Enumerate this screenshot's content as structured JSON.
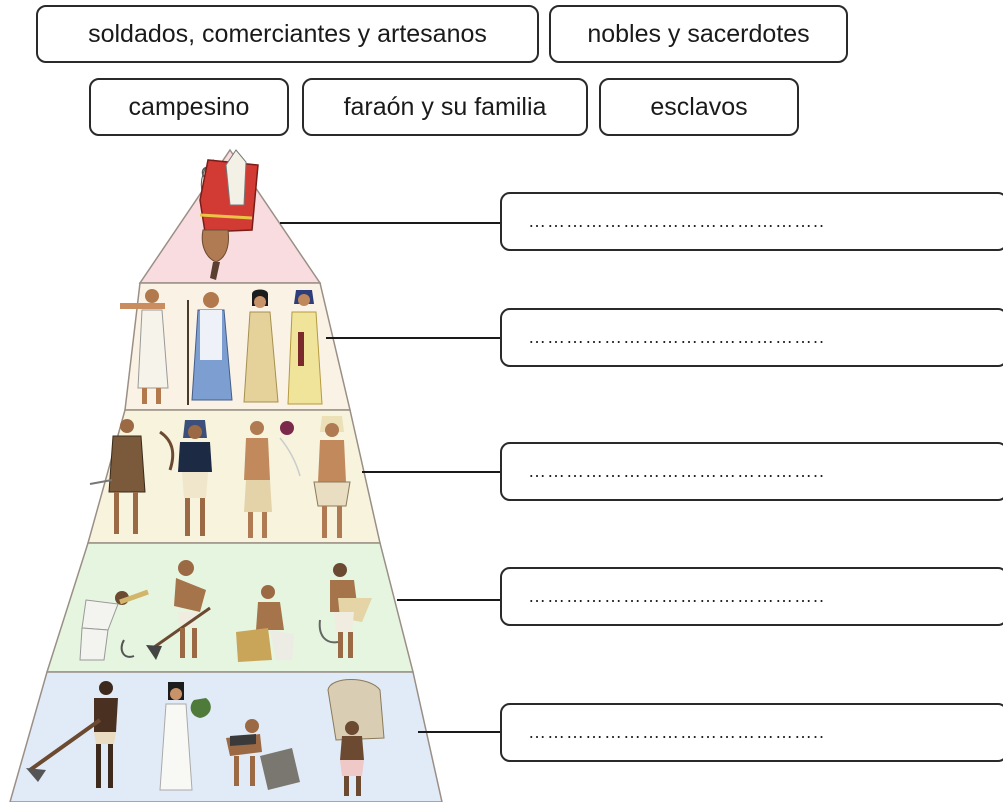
{
  "word_bank": [
    {
      "id": "soldados",
      "label": "soldados, comerciantes y artesanos"
    },
    {
      "id": "nobles",
      "label": "nobles y sacerdotes"
    },
    {
      "id": "campesino",
      "label": "campesino"
    },
    {
      "id": "faraon",
      "label": "faraón y su familia"
    },
    {
      "id": "esclavos",
      "label": "esclavos"
    }
  ],
  "answers": [
    {
      "level": 1,
      "placeholder": "……………………………………….."
    },
    {
      "level": 2,
      "placeholder": "……………………………………….."
    },
    {
      "level": 3,
      "placeholder": "……………………………………….."
    },
    {
      "level": 4,
      "placeholder": "……………………………………….."
    },
    {
      "level": 5,
      "placeholder": "……………………………………….."
    }
  ],
  "pyramid": {
    "levels": [
      {
        "name": "pharaoh",
        "color": "#f8dcdf"
      },
      {
        "name": "nobles-priests",
        "color": "#faf2e4"
      },
      {
        "name": "soldiers-merchants-artisans",
        "color": "#f7f3dd"
      },
      {
        "name": "peasants",
        "color": "#e5f5df"
      },
      {
        "name": "slaves",
        "color": "#e1eaf7"
      }
    ],
    "border_color": "#9a8f86"
  }
}
